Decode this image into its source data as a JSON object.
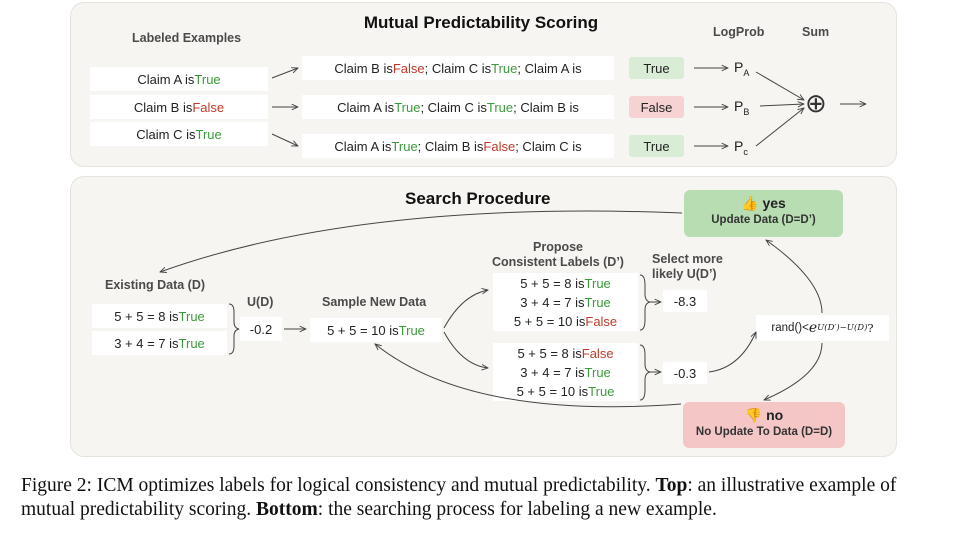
{
  "top": {
    "title": "Mutual Predictability Scoring",
    "labeled_header": "Labeled Examples",
    "logprob_header": "LogProb",
    "sum_header": "Sum",
    "examples": [
      {
        "text": "Claim A is ",
        "label": "True"
      },
      {
        "text": "Claim B is ",
        "label": "False"
      },
      {
        "text": "Claim C is ",
        "label": "True"
      }
    ],
    "contexts": [
      {
        "p1": "Claim B is ",
        "l1": "False",
        "p2": "; Claim C is ",
        "l2": "True",
        "p3": "; Claim A is"
      },
      {
        "p1": "Claim A is ",
        "l1": "True",
        "p2": "; Claim C is ",
        "l2": "True",
        "p3": "; Claim B is"
      },
      {
        "p1": "Claim A is ",
        "l1": "True",
        "p2": "; Claim B is ",
        "l2": "False",
        "p3": "; Claim C is"
      }
    ],
    "predictions": [
      "True",
      "False",
      "True"
    ],
    "probs": [
      {
        "p": "P",
        "sub": "A"
      },
      {
        "p": "P",
        "sub": "B"
      },
      {
        "p": "P",
        "sub": "c"
      }
    ],
    "sum_symbol": "⊕"
  },
  "bottom": {
    "title": "Search Procedure",
    "existing_header": "Existing Data (D)",
    "existing": [
      {
        "text": "5 + 5 = 8 is ",
        "label": "True"
      },
      {
        "text": "3 + 4 = 7 is ",
        "label": "True"
      }
    ],
    "ud_header": "U(D)",
    "ud_value": "-0.2",
    "sample_header": "Sample New Data",
    "sample": {
      "text": "5 + 5 = 10 is ",
      "label": "True"
    },
    "propose_header_1": "Propose",
    "propose_header_2": "Consistent Labels (D’)",
    "option1": [
      {
        "text": "5 + 5 = 8 is ",
        "label": "True",
        "color": "g"
      },
      {
        "text": "3 + 4 = 7 is ",
        "label": "True",
        "color": "g"
      },
      {
        "text": "5 + 5 = 10 is ",
        "label": "False",
        "color": "r"
      }
    ],
    "option2": [
      {
        "text": "5 + 5 = 8 is ",
        "label": "False",
        "color": "r"
      },
      {
        "text": "3 + 4 = 7 is ",
        "label": "True",
        "color": "g"
      },
      {
        "text": "5 + 5 = 10 is ",
        "label": "True",
        "color": "g"
      }
    ],
    "select_header_1": "Select more",
    "select_header_2": "likely U(D’)",
    "score1": "-8.3",
    "score2": "-0.3",
    "rand_prefix": "rand()< ",
    "rand_base": "e",
    "rand_exp": "U(D′)−U(D)",
    "rand_suffix": "?",
    "yes_emoji": "👍",
    "yes_label": "yes",
    "yes_sub": "Update Data (D=D’)",
    "no_emoji": "👎",
    "no_label": "no",
    "no_sub": "No Update To Data (D=D)"
  },
  "caption": {
    "main": "Figure 2: ICM optimizes labels for logical consistency and mutual predictability. ",
    "top_bold": "Top",
    "top_text": ": an illustrative example of mutual predictability scoring. ",
    "bottom_bold": "Bottom",
    "bottom_text": ": the searching process for labeling a new example."
  },
  "colors": {
    "true": "#3b9a3b",
    "false": "#c0392b",
    "yes_box": "#b8ddb2",
    "no_box": "#f5c6c6"
  }
}
